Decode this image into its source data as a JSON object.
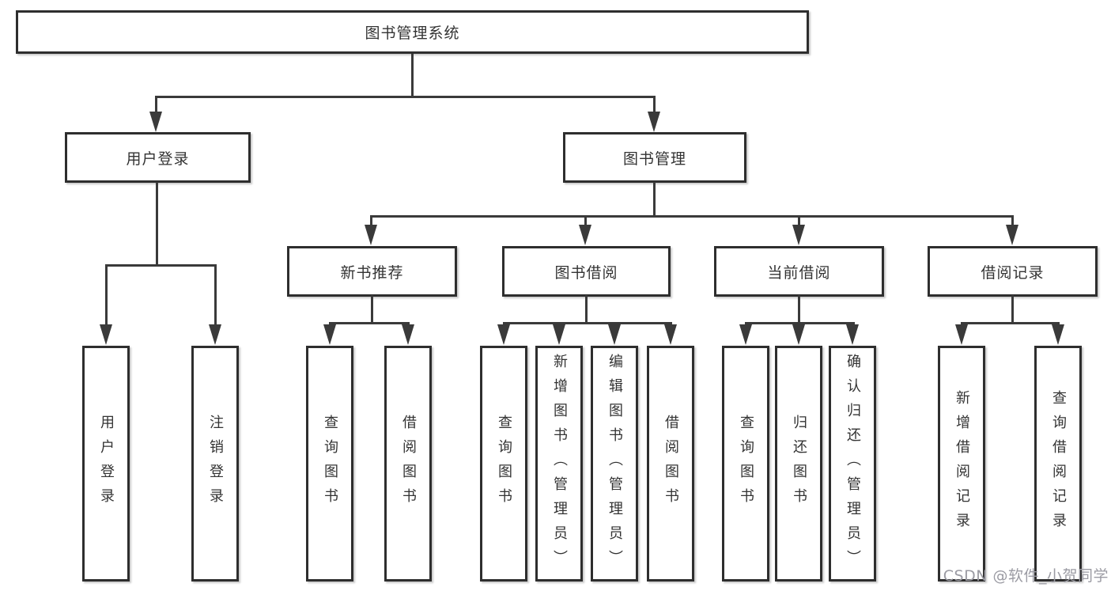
{
  "diagram": {
    "root": {
      "label": "图书管理系统"
    },
    "level2": [
      {
        "label": "用户登录"
      },
      {
        "label": "图书管理"
      }
    ],
    "level3": [
      {
        "label": "新书推荐"
      },
      {
        "label": "图书借阅"
      },
      {
        "label": "当前借阅"
      },
      {
        "label": "借阅记录"
      }
    ],
    "leaves": [
      {
        "label": "用户登录",
        "parent": "用户登录"
      },
      {
        "label": "注销登录",
        "parent": "用户登录"
      },
      {
        "label": "查询图书",
        "parent": "新书推荐"
      },
      {
        "label": "借阅图书",
        "parent": "新书推荐"
      },
      {
        "label": "查询图书",
        "parent": "图书借阅"
      },
      {
        "label": "新增图书（管理员）",
        "parent": "图书借阅"
      },
      {
        "label": "编辑图书（管理员）",
        "parent": "图书借阅"
      },
      {
        "label": "借阅图书",
        "parent": "图书借阅"
      },
      {
        "label": "查询图书",
        "parent": "当前借阅"
      },
      {
        "label": "归还图书",
        "parent": "当前借阅"
      },
      {
        "label": "确认归还（管理员）",
        "parent": "当前借阅"
      },
      {
        "label": "新增借阅记录",
        "parent": "借阅记录"
      },
      {
        "label": "查询借阅记录",
        "parent": "借阅记录"
      }
    ]
  },
  "watermark": {
    "text": "CSDN @软件_小贺同学"
  },
  "colors": {
    "line": "#3a3a3a",
    "box_border": "#2e2e2e",
    "box_fill": "#ffffff",
    "text": "#333333",
    "watermark": "#9b9ba3",
    "background": "#ffffff"
  }
}
